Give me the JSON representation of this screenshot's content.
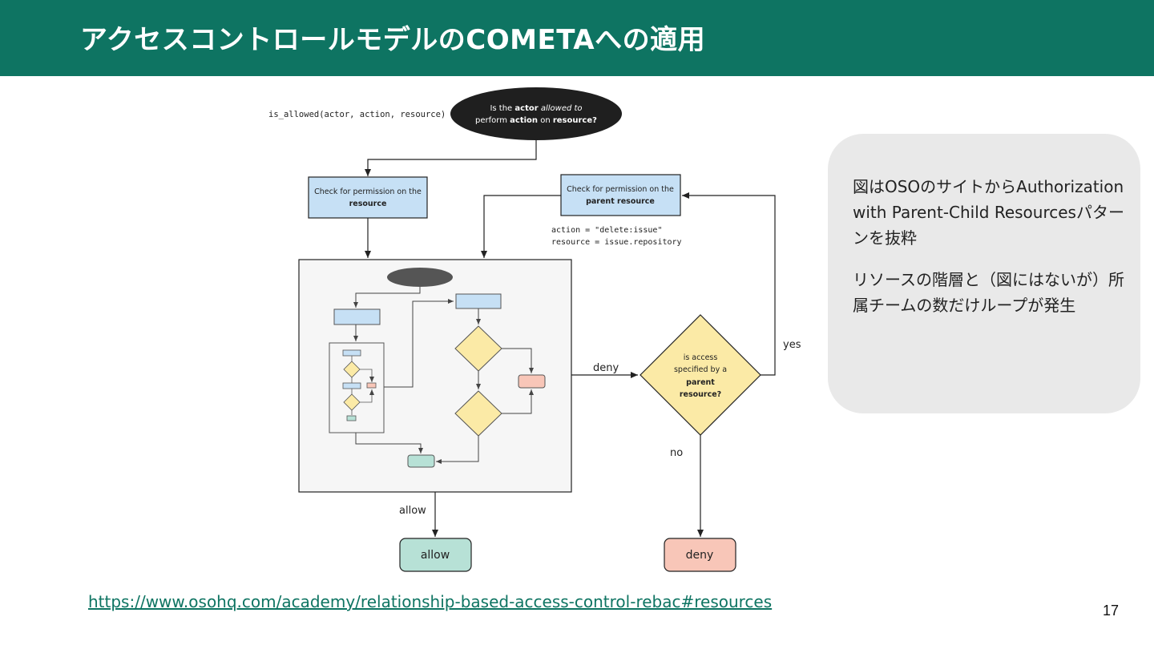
{
  "slide": {
    "title": "アクセスコントロールモデルのCOMETAへの適用",
    "page_number": "17",
    "source_url": "https://www.osohq.com/academy/relationship-based-access-control-rebac#resources"
  },
  "notes": {
    "paragraphs": [
      "図はOSOのサイトからAuthorization with Parent-Child Resourcesパターンを抜粋",
      "リソースの階層と（図にはないが）所属チームの数だけループが発生"
    ]
  },
  "diagram": {
    "function_signature": "is_allowed(actor, action, resource)",
    "start_node": {
      "line1_prefix": "Is the ",
      "line1_bold": "actor",
      "line1_italic": " allowed to",
      "line2_prefix": "perform ",
      "line2_bold1": "action",
      "line2_mid": " on ",
      "line2_bold2": "resource?"
    },
    "check_resource": {
      "line1": "Check for permission on the",
      "line2": "resource"
    },
    "check_parent": {
      "line1": "Check for permission on the",
      "line2": "parent resource"
    },
    "parent_assignment": {
      "line1": "action = \"delete:issue\"",
      "line2": "resource = issue.repository"
    },
    "decision": {
      "line1": "is access",
      "line2": "specified by a",
      "line3": "parent",
      "line4": "resource?"
    },
    "edge_labels": {
      "deny": "deny",
      "yes": "yes",
      "no": "no",
      "allow": "allow"
    },
    "terminals": {
      "allow": "allow",
      "deny": "deny"
    },
    "colors": {
      "header": "#0e7462",
      "blue_box": "#c6e0f5",
      "decision": "#fbeaa6",
      "allow": "#b7e1d6",
      "deny": "#f8c6b8",
      "note_bg": "#e9e9e9"
    }
  }
}
